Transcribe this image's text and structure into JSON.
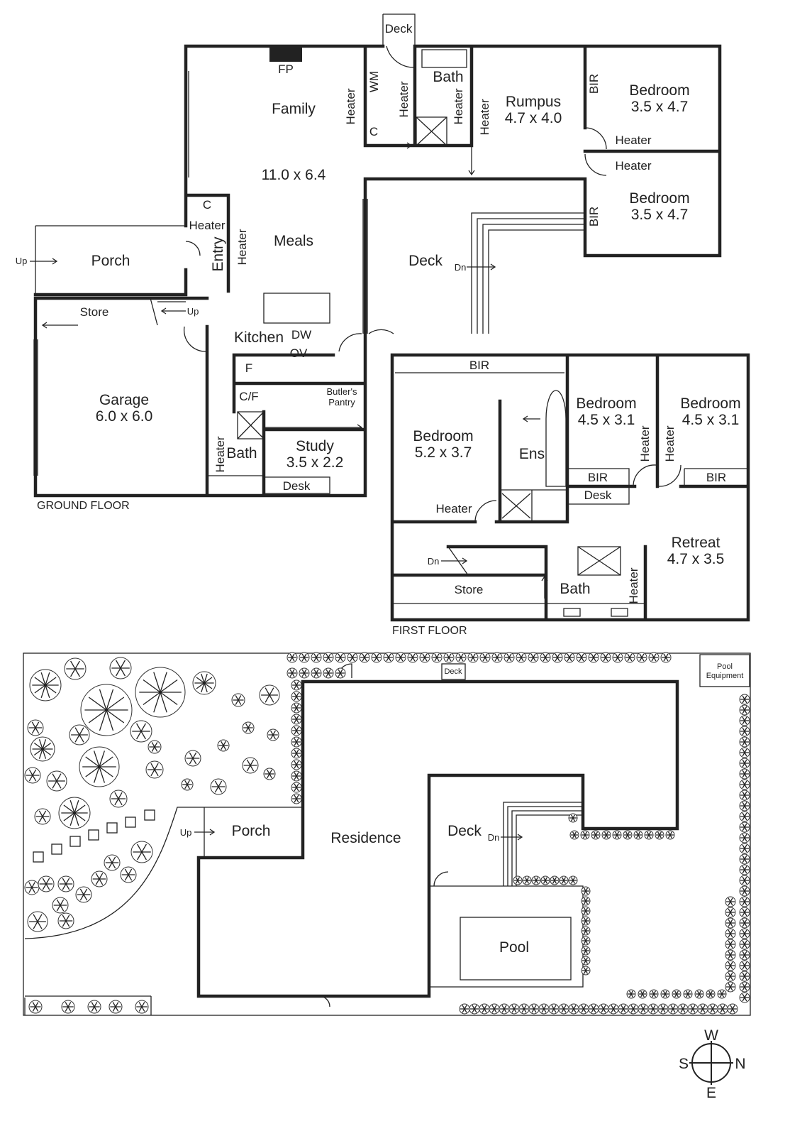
{
  "ground_floor": {
    "caption": "GROUND FLOOR",
    "deck_top": "Deck",
    "fireplace": "FP",
    "family": "Family",
    "family_meals_dims": "11.0 x 6.4",
    "meals": "Meals",
    "kitchen": "Kitchen",
    "dishwasher": "DW",
    "oven": "OV",
    "fridge": "F",
    "cupboard_fridge": "C/F",
    "butlers": "Butler's",
    "pantry": "Pantry",
    "study": "Study",
    "study_dims": "3.5 x 2.2",
    "desk": "Desk",
    "bath_small": "Bath",
    "heater": "Heater",
    "garage": "Garage",
    "garage_dims": "6.0 x 6.0",
    "store": "Store",
    "up": "Up",
    "porch": "Porch",
    "entry": "Entry",
    "cupboard": "C",
    "washing_machine": "WM",
    "bath": "Bath",
    "rumpus": "Rumpus",
    "rumpus_dims": "4.7 x 4.0",
    "bir": "BIR",
    "bedroom": "Bedroom",
    "bedroom_1_dims": "3.5 x 4.7",
    "bedroom_2_dims": "3.5 x 4.7",
    "deck": "Deck",
    "down": "Dn"
  },
  "first_floor": {
    "caption": "FIRST FLOOR",
    "bir": "BIR",
    "bedroom": "Bedroom",
    "bedroom_main_dims": "5.2 x 3.7",
    "ensuite": "Ens",
    "bedroom_2_dims": "4.5 x 3.1",
    "bedroom_3_dims": "4.5 x 3.1",
    "heater": "Heater",
    "desk": "Desk",
    "retreat": "Retreat",
    "retreat_dims": "4.7 x 3.5",
    "down": "Dn",
    "store": "Store",
    "bath": "Bath"
  },
  "site_plan": {
    "deck_small": "Deck",
    "pool_equipment_1": "Pool",
    "pool_equipment_2": "Equipment",
    "up": "Up",
    "porch": "Porch",
    "residence": "Residence",
    "deck": "Deck",
    "down": "Dn",
    "pool": "Pool"
  },
  "compass": {
    "west": "W",
    "north": "N",
    "south": "S",
    "east": "E"
  }
}
